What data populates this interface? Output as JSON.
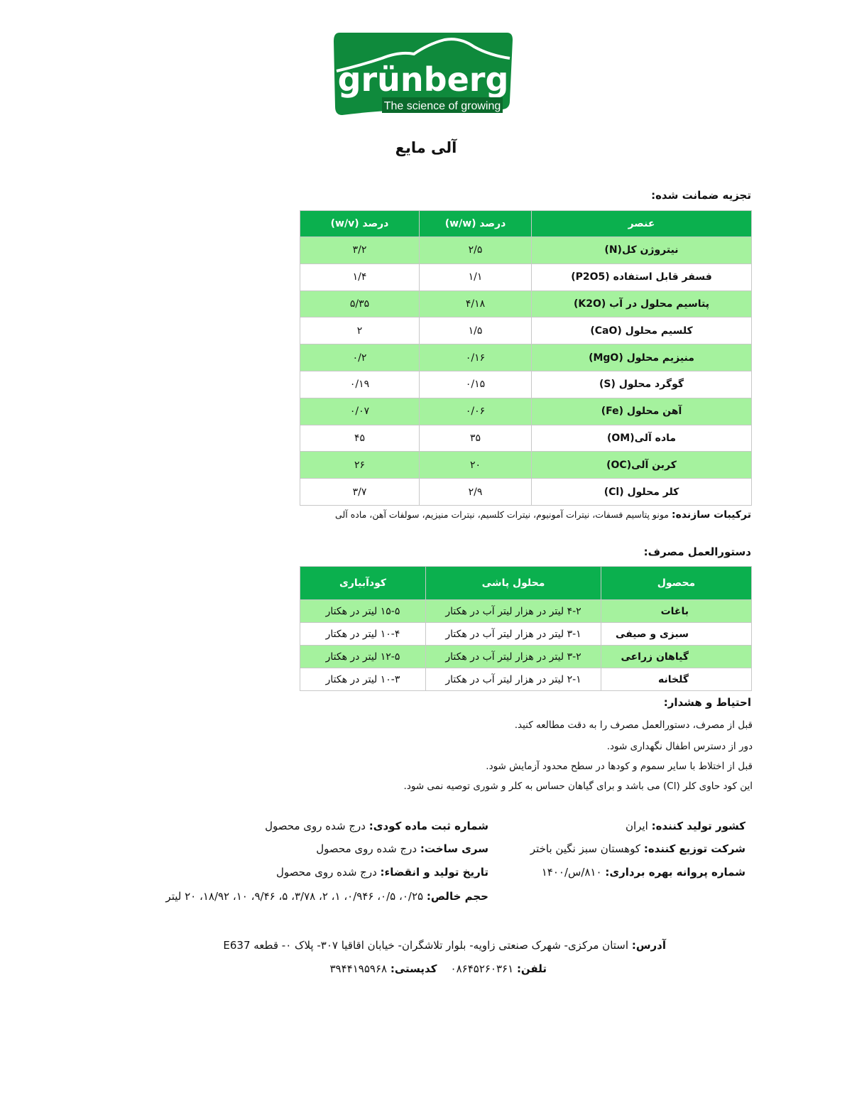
{
  "logo": {
    "brand": "grünberg",
    "tagline": "The science of growing",
    "colors": {
      "green": "#0f8a3c",
      "dark": "#0b6a2c"
    }
  },
  "title": "آلی مایع",
  "analysis": {
    "heading": "تجزیه ضمانت شده:",
    "columns": [
      "عنصر",
      "درصد (w/w)",
      "درصد (w/v)"
    ],
    "rows": [
      [
        "نیتروژن کل(N)",
        "۲/۵",
        "۳/۲"
      ],
      [
        "فسفر قابل استفاده (P2O5)",
        "۱/۱",
        "۱/۴"
      ],
      [
        "پتاسیم محلول در آب (K2O)",
        "۴/۱۸",
        "۵/۳۵"
      ],
      [
        "کلسیم محلول (CaO)",
        "۱/۵",
        "۲"
      ],
      [
        "منیزیم محلول (MgO)",
        "۰/۱۶",
        "۰/۲"
      ],
      [
        "گوگرد محلول (S)",
        "۰/۱۵",
        "۰/۱۹"
      ],
      [
        "آهن محلول (Fe)",
        "۰/۰۶",
        "۰/۰۷"
      ],
      [
        "ماده آلی(OM)",
        "۳۵",
        "۴۵"
      ],
      [
        "کربن آلی(OC)",
        "۲۰",
        "۲۶"
      ],
      [
        "کلر محلول (Cl)",
        "۲/۹",
        "۳/۷"
      ]
    ]
  },
  "ingredients": {
    "label": "ترکیبات سازنده:",
    "text": "مونو پتاسیم فسفات، نیترات آمونیوم، نیترات کلسیم، نیترات منیزیم، سولفات آهن، ماده آلی"
  },
  "usage": {
    "heading": "دستورالعمل مصرف:",
    "columns": [
      "محصول",
      "محلول پاشی",
      "کودآبیاری"
    ],
    "rows": [
      [
        "باغات",
        "۴-۲ لیتر در هزار لیتر آب در هکتار",
        "۱۵-۵ لیتر در هکتار"
      ],
      [
        "سبزی و صیفی",
        "۳-۱ لیتر در هزار لیتر آب در هکتار",
        "۱۰-۴ لیتر در هکتار"
      ],
      [
        "گیاهان زراعی",
        "۳-۲ لیتر در هزار لیتر آب در هکتار",
        "۱۲-۵ لیتر در هکتار"
      ],
      [
        "گلخانه",
        "۲-۱ لیتر در هزار لیتر آب در هکتار",
        "۱۰-۳ لیتر در هکتار"
      ]
    ]
  },
  "warnings": {
    "heading": "احتیاط و هشدار:",
    "lines": [
      "قبل از مصرف، دستورالعمل مصرف را به دقت مطالعه کنید.",
      "دور از دسترس اطفال نگهداری شود.",
      "قبل از اختلاط با سایر سموم و کودها در سطح محدود آزمایش شود.",
      "این کود حاوی کلر (Cl) می باشد و برای گیاهان حساس به کلر و شوری توصیه نمی شود."
    ]
  },
  "info": {
    "country_label": "کشور تولید کننده:",
    "country": "ایران",
    "distributor_label": "شرکت توزیع کننده:",
    "distributor": "کوهستان سبز نگین باختر",
    "license_label": "شماره پروانه بهره برداری:",
    "license": "۸۱۰/س/۱۴۰۰",
    "reg_label": "شماره ثبت ماده کودی:",
    "reg": "درج شده روی محصول",
    "batch_label": "سری ساخت:",
    "batch": "درج شده روی محصول",
    "dates_label": "تاریخ تولید و انقضاء:",
    "dates": "درج شده روی محصول",
    "volume_label": "حجم خالص:",
    "volume": "۰/۲۵، ۰/۵، ۰/۹۴۶، ۱، ۲، ۳/۷۸، ۵، ۹/۴۶، ۱۰، ۱۸/۹۲، ۲۰ لیتر"
  },
  "address": {
    "label": "آدرس:",
    "text": "استان مرکزی- شهرک صنعتی زاویه- بلوار تلاشگران- خیابان اقاقیا ۳۰۷- پلاک ۰- قطعه E637",
    "phone_label": "تلفن:",
    "phone": "۰۸۶۴۵۲۶۰۳۶۱",
    "postal_label": "کدپستی:",
    "postal": "۳۹۴۴۱۹۵۹۶۸"
  }
}
